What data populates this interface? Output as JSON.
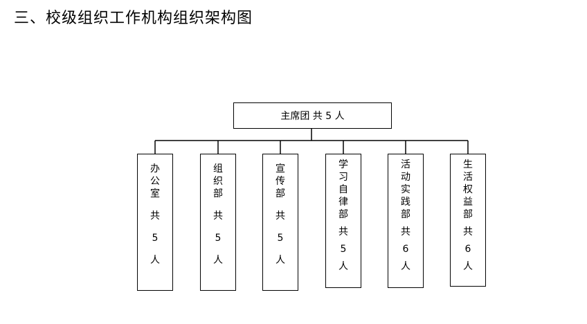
{
  "title": "三、校级组织工作机构组织架构图",
  "root": {
    "label": "主席团 共 5 人"
  },
  "departments": [
    {
      "name": [
        "办",
        "公",
        "室"
      ],
      "gong": "共",
      "count": "5",
      "ren": "人"
    },
    {
      "name": [
        "组",
        "织",
        "部"
      ],
      "gong": "共",
      "count": "5",
      "ren": "人"
    },
    {
      "name": [
        "宣",
        "传",
        "部"
      ],
      "gong": "共",
      "count": "5",
      "ren": "人"
    },
    {
      "name": [
        "学",
        "习",
        "自",
        "律",
        "部"
      ],
      "gong": "共",
      "count": "5",
      "ren": "人"
    },
    {
      "name": [
        "活",
        "动",
        "实",
        "践",
        "部"
      ],
      "gong": "共",
      "count": "6",
      "ren": "人"
    },
    {
      "name": [
        "生",
        "活",
        "权",
        "益",
        "部"
      ],
      "gong": "共",
      "count": "6",
      "ren": "人"
    }
  ]
}
